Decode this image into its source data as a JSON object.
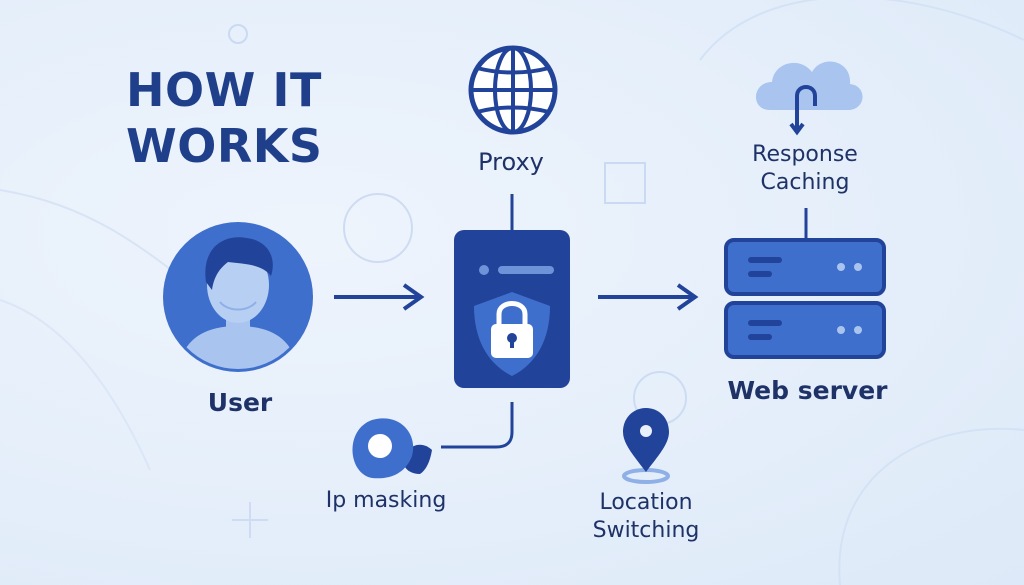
{
  "title": {
    "line1": "HOW IT",
    "line2": "WORKS"
  },
  "nodes": {
    "user": {
      "label": "User",
      "icon": "user-avatar-icon"
    },
    "proxy": {
      "label": "Proxy",
      "icon": "globe-icon"
    },
    "proxy_device": {
      "icon": "shield-lock-icon"
    },
    "web_server": {
      "label": "Web server",
      "icon": "server-stack-icon"
    },
    "response_caching": {
      "line1": "Response",
      "line2": "Caching",
      "icon": "cloud-icon"
    },
    "ip_masking": {
      "label": "Ip masking",
      "icon": "ip-mask-icon"
    },
    "location_switching": {
      "line1": "Location",
      "line2": "Switching",
      "icon": "location-pin-icon"
    }
  },
  "colors": {
    "primary": "#22439a",
    "secondary": "#3f6fcc",
    "light": "#a9c5ef",
    "background": "#e7f0fb",
    "text": "#1e3268"
  }
}
